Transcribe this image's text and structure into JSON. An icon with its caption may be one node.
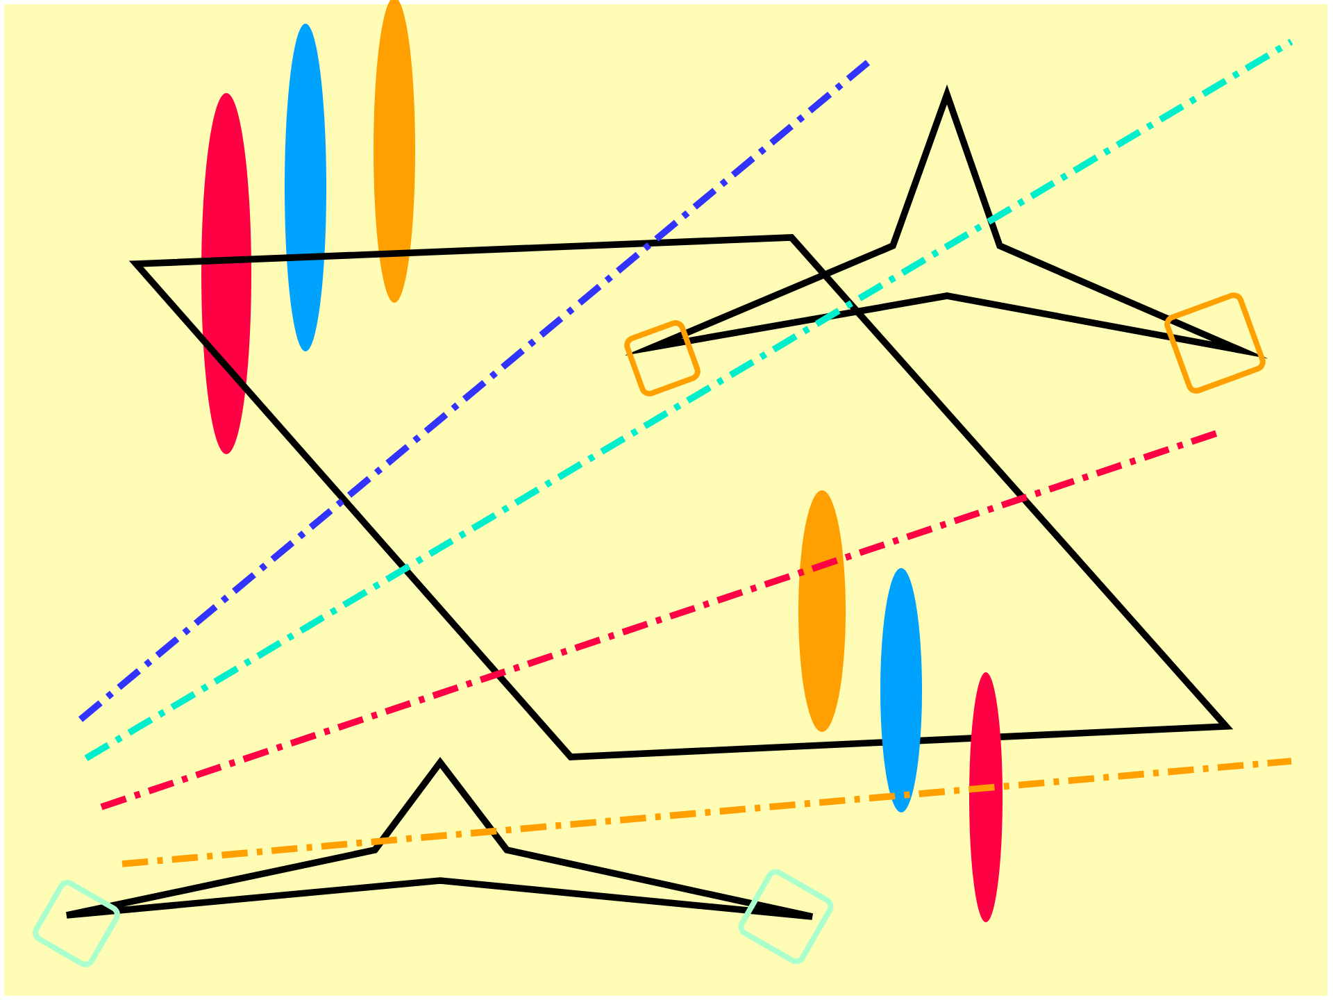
{
  "diagram": {
    "nodes": [
      {
        "text": [],
        "shape": "ellipse"
      },
      {
        "text": [],
        "shape": "ellipse"
      },
      {
        "text": [],
        "shape": "ellipse"
      },
      {
        "text": [],
        "shape": "parallelogram"
      },
      {
        "text": [],
        "shape": "star"
      },
      {
        "text": [],
        "shape": "box",
        "in": 3
      },
      {
        "text": [],
        "shape": "box"
      },
      {
        "text": [],
        "shape": "ellipse",
        "in": 3
      },
      {
        "text": [],
        "shape": "ellipse"
      },
      {
        "text": [],
        "shape": "ellipse"
      },
      {
        "text": [],
        "shape": "star"
      },
      {
        "text": [],
        "shape": "box"
      },
      {
        "text": [],
        "shape": "box"
      }
    ]
  }
}
